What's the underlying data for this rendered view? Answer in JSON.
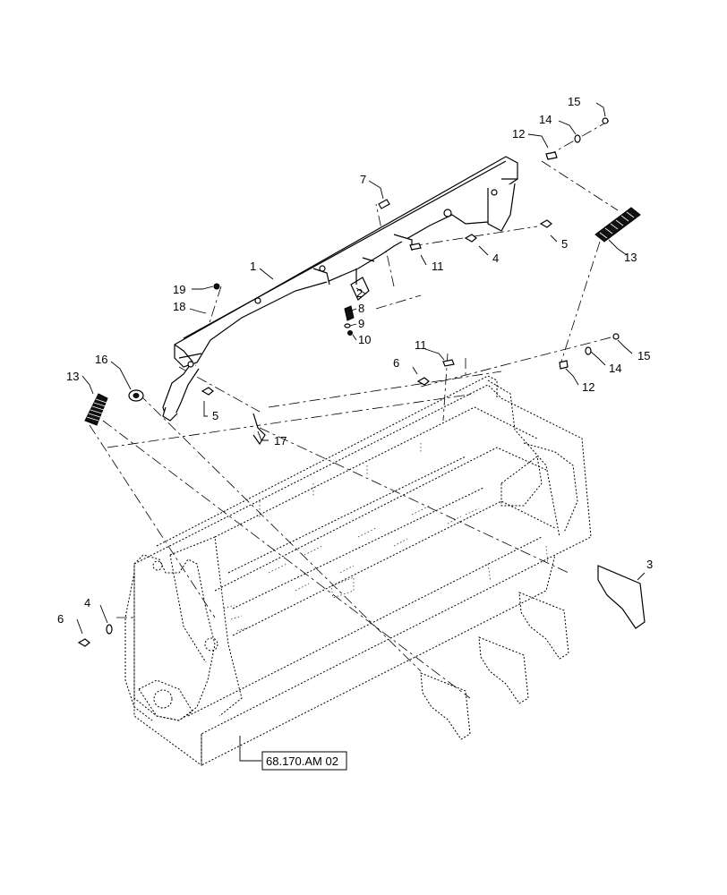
{
  "diagram": {
    "callouts": [
      "1",
      "2",
      "3",
      "4",
      "4",
      "5",
      "5",
      "6",
      "6",
      "7",
      "8",
      "9",
      "10",
      "11",
      "11",
      "12",
      "12",
      "13",
      "13",
      "14",
      "14",
      "15",
      "15",
      "16",
      "17",
      "18",
      "19"
    ],
    "reference_label": "68.170.AM 02"
  }
}
